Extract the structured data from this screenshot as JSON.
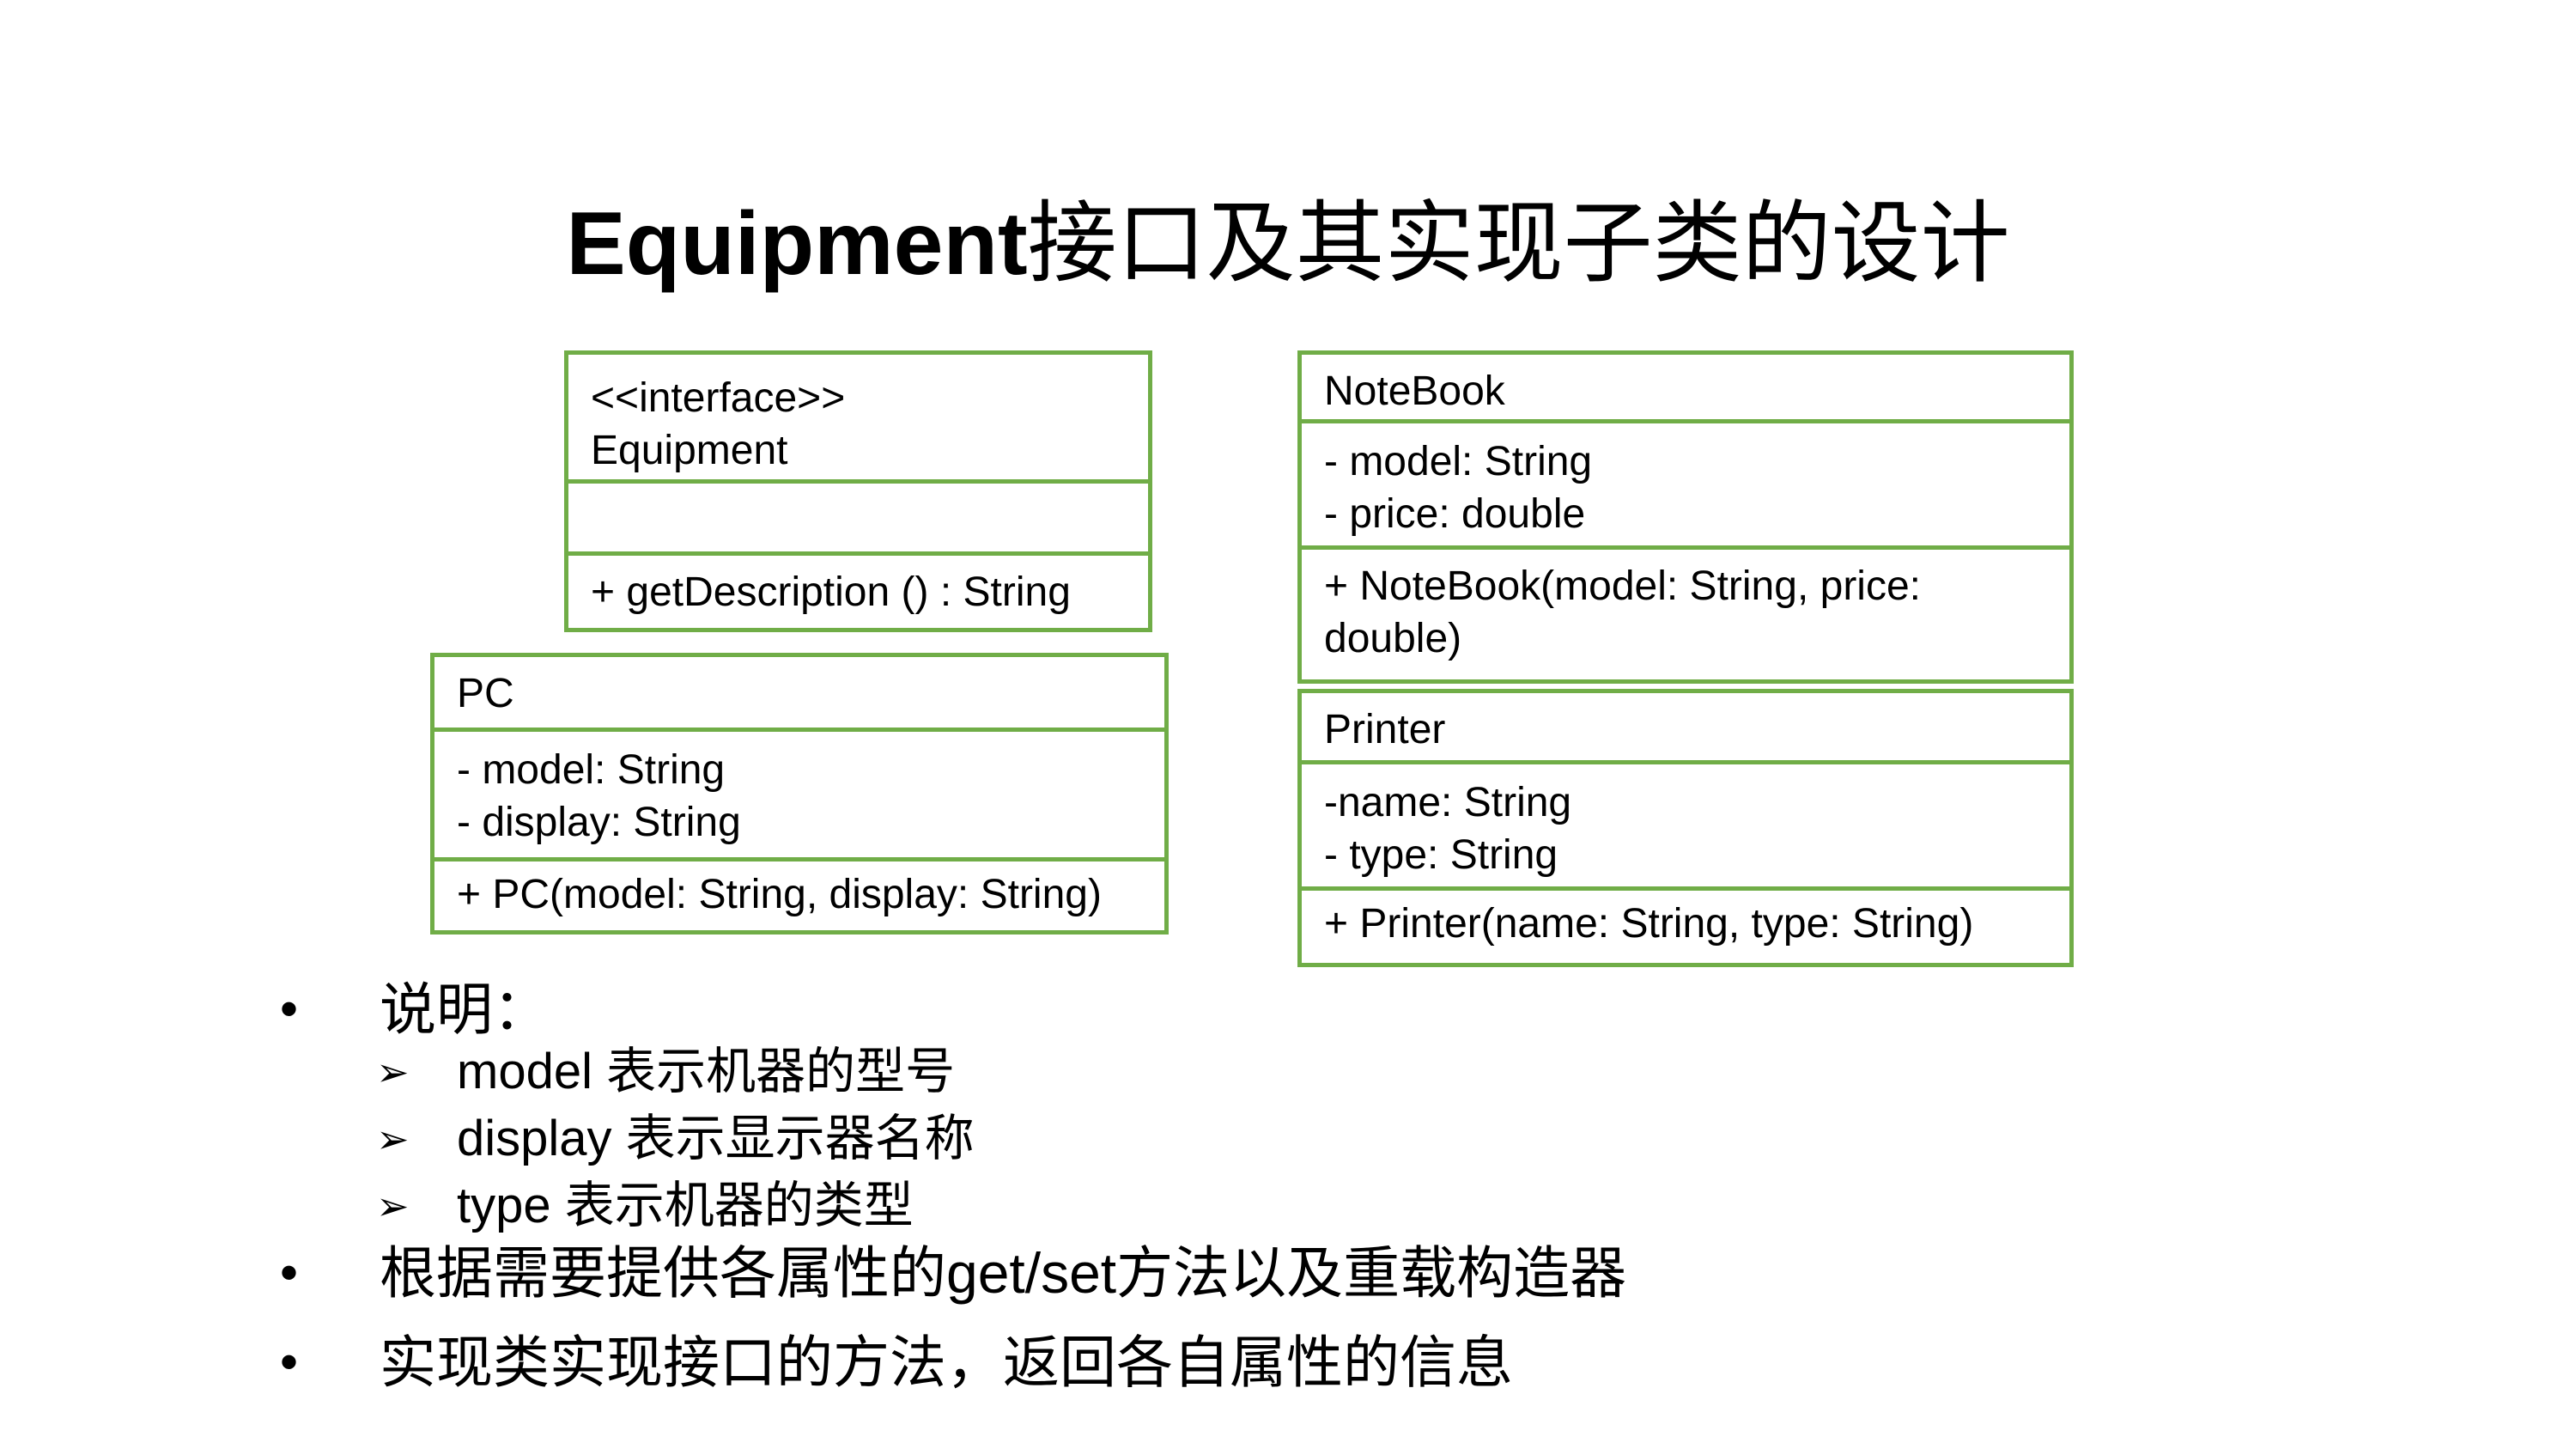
{
  "title": {
    "latin": "Equipment",
    "cjk": "接口及其实现子类的设计"
  },
  "uml": {
    "equipment": {
      "stereotype": "<<interface>>",
      "name": "Equipment",
      "attributes": "",
      "methods": [
        "+ getDescription () : String"
      ]
    },
    "pc": {
      "name": "PC",
      "attributes": [
        "- model: String",
        "- display: String"
      ],
      "methods": [
        "+ PC(model: String, display: String)"
      ]
    },
    "notebook": {
      "name": "NoteBook",
      "attributes": [
        "- model: String",
        "- price: double"
      ],
      "methods": [
        "+ NoteBook(model: String, price:",
        "double)"
      ]
    },
    "printer": {
      "name": "Printer",
      "attributes": [
        "-name: String",
        "- type: String"
      ],
      "methods": [
        "+ Printer(name: String, type: String)"
      ]
    }
  },
  "notes": {
    "bullet_symbol": "•",
    "arrow_symbol": "➢",
    "heading": "说明：",
    "sub_items": [
      "model 表示机器的型号",
      "display 表示显示器名称",
      "type 表示机器的类型"
    ],
    "items": [
      "根据需要提供各属性的get/set方法以及重载构造器",
      "实现类实现接口的方法，返回各自属性的信息"
    ]
  },
  "colors": {
    "box_border": "#70ad47",
    "text": "#000000",
    "background": "#ffffff"
  }
}
